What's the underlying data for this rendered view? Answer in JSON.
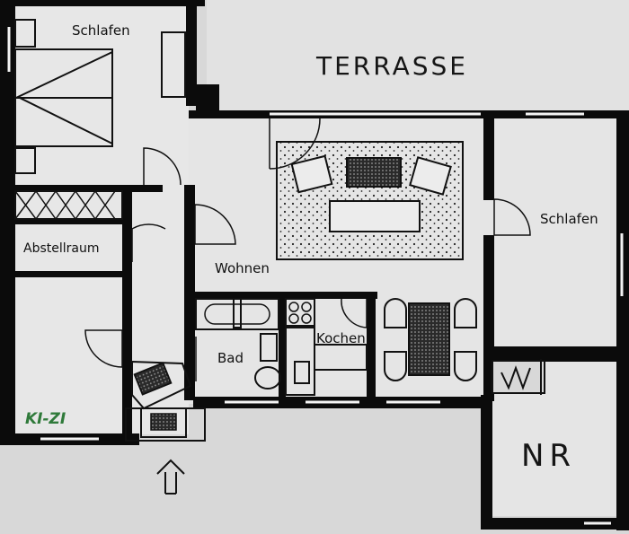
{
  "rooms": {
    "schlafen_left": "Schlafen",
    "terrasse": "TERRASSE",
    "schlafen_right": "Schlafen",
    "abstellraum": "Abstellraum",
    "wohnen": "Wohnen",
    "bad": "Bad",
    "kochen": "Kochen",
    "ki_zi": "KI-ZI",
    "nr": "NR"
  },
  "colors": {
    "paper": "#e6e6e6",
    "wall": "#0b0b0b",
    "ki_zi_label": "#2f7a3a"
  }
}
